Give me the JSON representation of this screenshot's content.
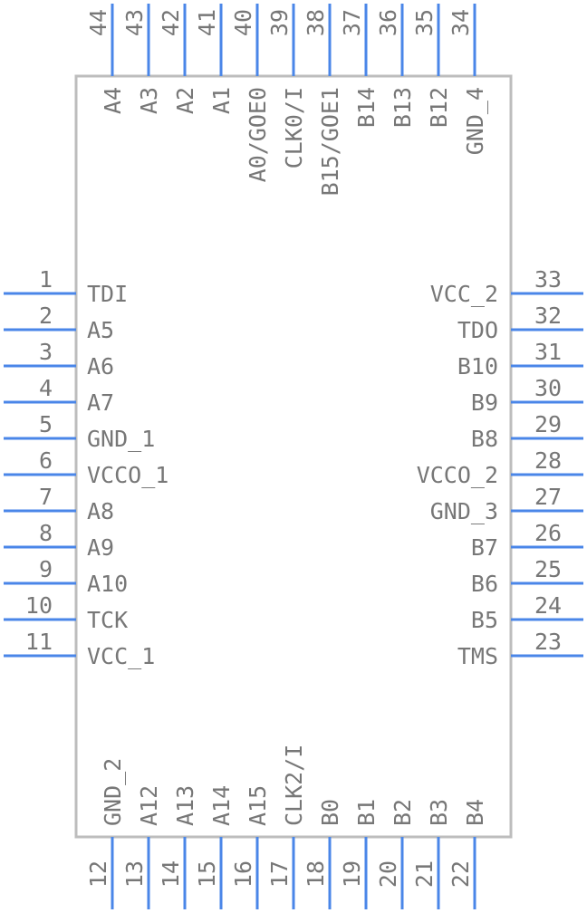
{
  "component": {
    "pins": {
      "left": [
        {
          "num": "1",
          "name": "TDI"
        },
        {
          "num": "2",
          "name": "A5"
        },
        {
          "num": "3",
          "name": "A6"
        },
        {
          "num": "4",
          "name": "A7"
        },
        {
          "num": "5",
          "name": "GND_1"
        },
        {
          "num": "6",
          "name": "VCCO_1"
        },
        {
          "num": "7",
          "name": "A8"
        },
        {
          "num": "8",
          "name": "A9"
        },
        {
          "num": "9",
          "name": "A10"
        },
        {
          "num": "10",
          "name": "TCK"
        },
        {
          "num": "11",
          "name": "VCC_1"
        }
      ],
      "bottom": [
        {
          "num": "12",
          "name": "GND_2"
        },
        {
          "num": "13",
          "name": "A12"
        },
        {
          "num": "14",
          "name": "A13"
        },
        {
          "num": "15",
          "name": "A14"
        },
        {
          "num": "16",
          "name": "A15"
        },
        {
          "num": "17",
          "name": "CLK2/I"
        },
        {
          "num": "18",
          "name": "B0"
        },
        {
          "num": "19",
          "name": "B1"
        },
        {
          "num": "20",
          "name": "B2"
        },
        {
          "num": "21",
          "name": "B3"
        },
        {
          "num": "22",
          "name": "B4"
        }
      ],
      "right": [
        {
          "num": "23",
          "name": "TMS"
        },
        {
          "num": "24",
          "name": "B5"
        },
        {
          "num": "25",
          "name": "B6"
        },
        {
          "num": "26",
          "name": "B7"
        },
        {
          "num": "27",
          "name": "GND_3"
        },
        {
          "num": "28",
          "name": "VCCO_2"
        },
        {
          "num": "29",
          "name": "B8"
        },
        {
          "num": "30",
          "name": "B9"
        },
        {
          "num": "31",
          "name": "B10"
        },
        {
          "num": "32",
          "name": "TDO"
        },
        {
          "num": "33",
          "name": "VCC_2"
        }
      ],
      "top": [
        {
          "num": "34",
          "name": "GND_4"
        },
        {
          "num": "35",
          "name": "B12"
        },
        {
          "num": "36",
          "name": "B13"
        },
        {
          "num": "37",
          "name": "B14"
        },
        {
          "num": "38",
          "name": "B15/GOE1"
        },
        {
          "num": "39",
          "name": "CLK0/I"
        },
        {
          "num": "40",
          "name": "A0/GOE0"
        },
        {
          "num": "41",
          "name": "A1"
        },
        {
          "num": "42",
          "name": "A2"
        },
        {
          "num": "43",
          "name": "A3"
        },
        {
          "num": "44",
          "name": "A4"
        }
      ]
    }
  }
}
